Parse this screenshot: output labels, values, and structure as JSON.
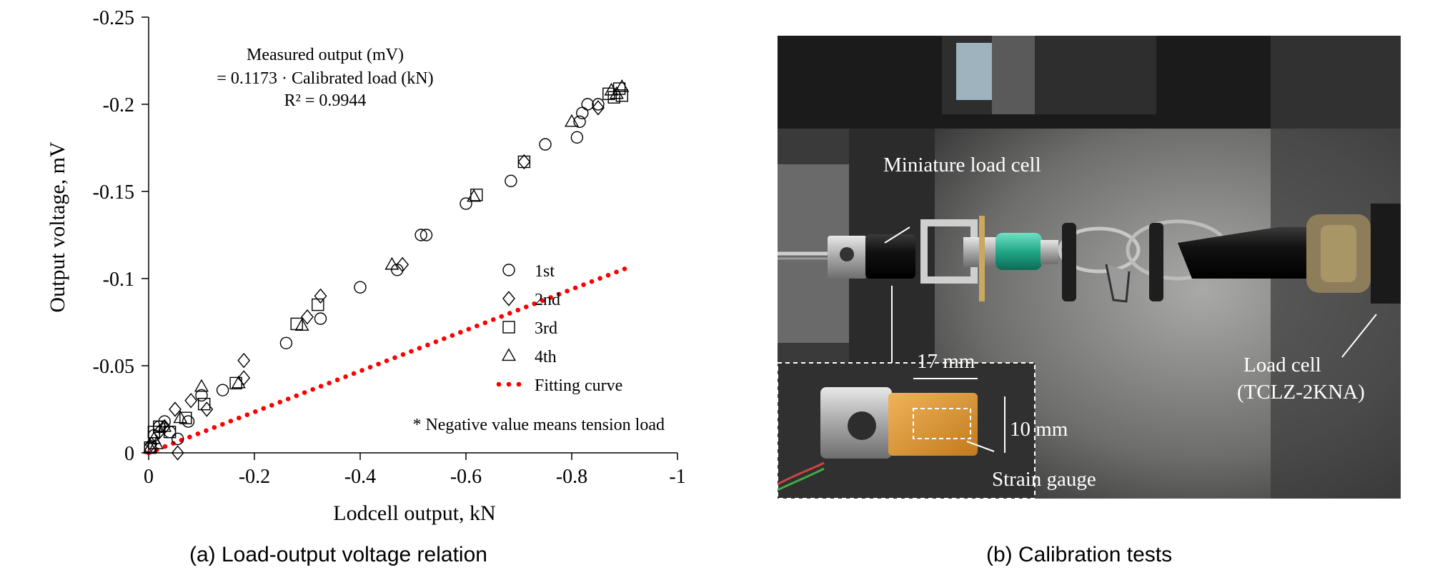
{
  "chart_data": {
    "type": "scatter",
    "xlabel": "Lodcell output, kN",
    "ylabel": "Output voltage, mV",
    "xlim": [
      0,
      -1
    ],
    "ylim": [
      0,
      -0.25
    ],
    "x_ticks": [
      0,
      -0.2,
      -0.4,
      -0.6,
      -0.8,
      -1
    ],
    "x_tick_labels": [
      "0",
      "-0.2",
      "-0.4",
      "-0.6",
      "-0.8",
      "-1"
    ],
    "y_ticks": [
      0,
      -0.05,
      -0.1,
      -0.15,
      -0.2,
      -0.25
    ],
    "y_tick_labels": [
      "0",
      "-0.05",
      "-0.1",
      "-0.15",
      "-0.2",
      "-0.25"
    ],
    "grid": false,
    "legend_position": "right",
    "equation_lines": [
      "Measured output (mV)",
      "= 0.1173 · Calibrated load (kN)",
      "R² = 0.9944"
    ],
    "note": "* Negative value means tension load",
    "series": [
      {
        "name": "1st",
        "marker": "circle",
        "x": [
          -0.003,
          -0.01,
          -0.02,
          -0.03,
          -0.04,
          -0.055,
          -0.075,
          -0.1,
          -0.14,
          -0.26,
          -0.325,
          -0.4,
          -0.47,
          -0.515,
          -0.525,
          -0.6,
          -0.685,
          -0.75,
          -0.81,
          -0.815,
          -0.82,
          -0.83,
          -0.85
        ],
        "y": [
          -0.003,
          -0.01,
          -0.015,
          -0.018,
          -0.012,
          -0.008,
          -0.018,
          -0.033,
          -0.036,
          -0.063,
          -0.077,
          -0.095,
          -0.105,
          -0.125,
          -0.125,
          -0.143,
          -0.156,
          -0.177,
          -0.181,
          -0.19,
          -0.195,
          -0.2,
          -0.2
        ]
      },
      {
        "name": "2nd",
        "marker": "diamond",
        "x": [
          -0.005,
          -0.02,
          -0.03,
          -0.05,
          -0.055,
          -0.08,
          -0.11,
          -0.18,
          -0.18,
          -0.3,
          -0.325,
          -0.48,
          -0.71,
          -0.85
        ],
        "y": [
          -0.005,
          -0.012,
          -0.015,
          -0.025,
          0,
          -0.03,
          -0.025,
          -0.043,
          -0.053,
          -0.078,
          -0.09,
          -0.108,
          -0.167,
          -0.198
        ]
      },
      {
        "name": "3rd",
        "marker": "square",
        "x": [
          -0.003,
          -0.01,
          -0.02,
          -0.04,
          -0.07,
          -0.105,
          -0.165,
          -0.28,
          -0.32,
          -0.62,
          -0.71,
          -0.87,
          -0.88,
          -0.89,
          -0.895
        ],
        "y": [
          -0.003,
          -0.012,
          -0.015,
          -0.012,
          -0.02,
          -0.028,
          -0.04,
          -0.074,
          -0.085,
          -0.148,
          -0.167,
          -0.206,
          -0.204,
          -0.209,
          -0.205
        ]
      },
      {
        "name": "4th",
        "marker": "triangle",
        "x": [
          -0.003,
          -0.01,
          -0.015,
          -0.03,
          -0.06,
          -0.1,
          -0.17,
          -0.29,
          -0.46,
          -0.615,
          -0.8,
          -0.875,
          -0.885,
          -0.895
        ],
        "y": [
          -0.003,
          -0.008,
          -0.005,
          -0.015,
          -0.02,
          -0.038,
          -0.04,
          -0.073,
          -0.108,
          -0.147,
          -0.19,
          -0.208,
          -0.206,
          -0.21
        ]
      },
      {
        "name": "Fitting curve",
        "marker": "dotted-line",
        "slope": 0.1173
      }
    ]
  },
  "captions": {
    "a": "(a) Load-output voltage relation",
    "b": "(b) Calibration tests"
  },
  "photo_labels": {
    "miniature": "Miniature load cell",
    "width": "17 mm",
    "height": "10 mm",
    "gauge": "Strain gauge",
    "loadcell_1": "Load cell",
    "loadcell_2": "(TCLZ-2KNA)"
  },
  "colors": {
    "fit": "#ff0000",
    "marker": "#000000"
  }
}
